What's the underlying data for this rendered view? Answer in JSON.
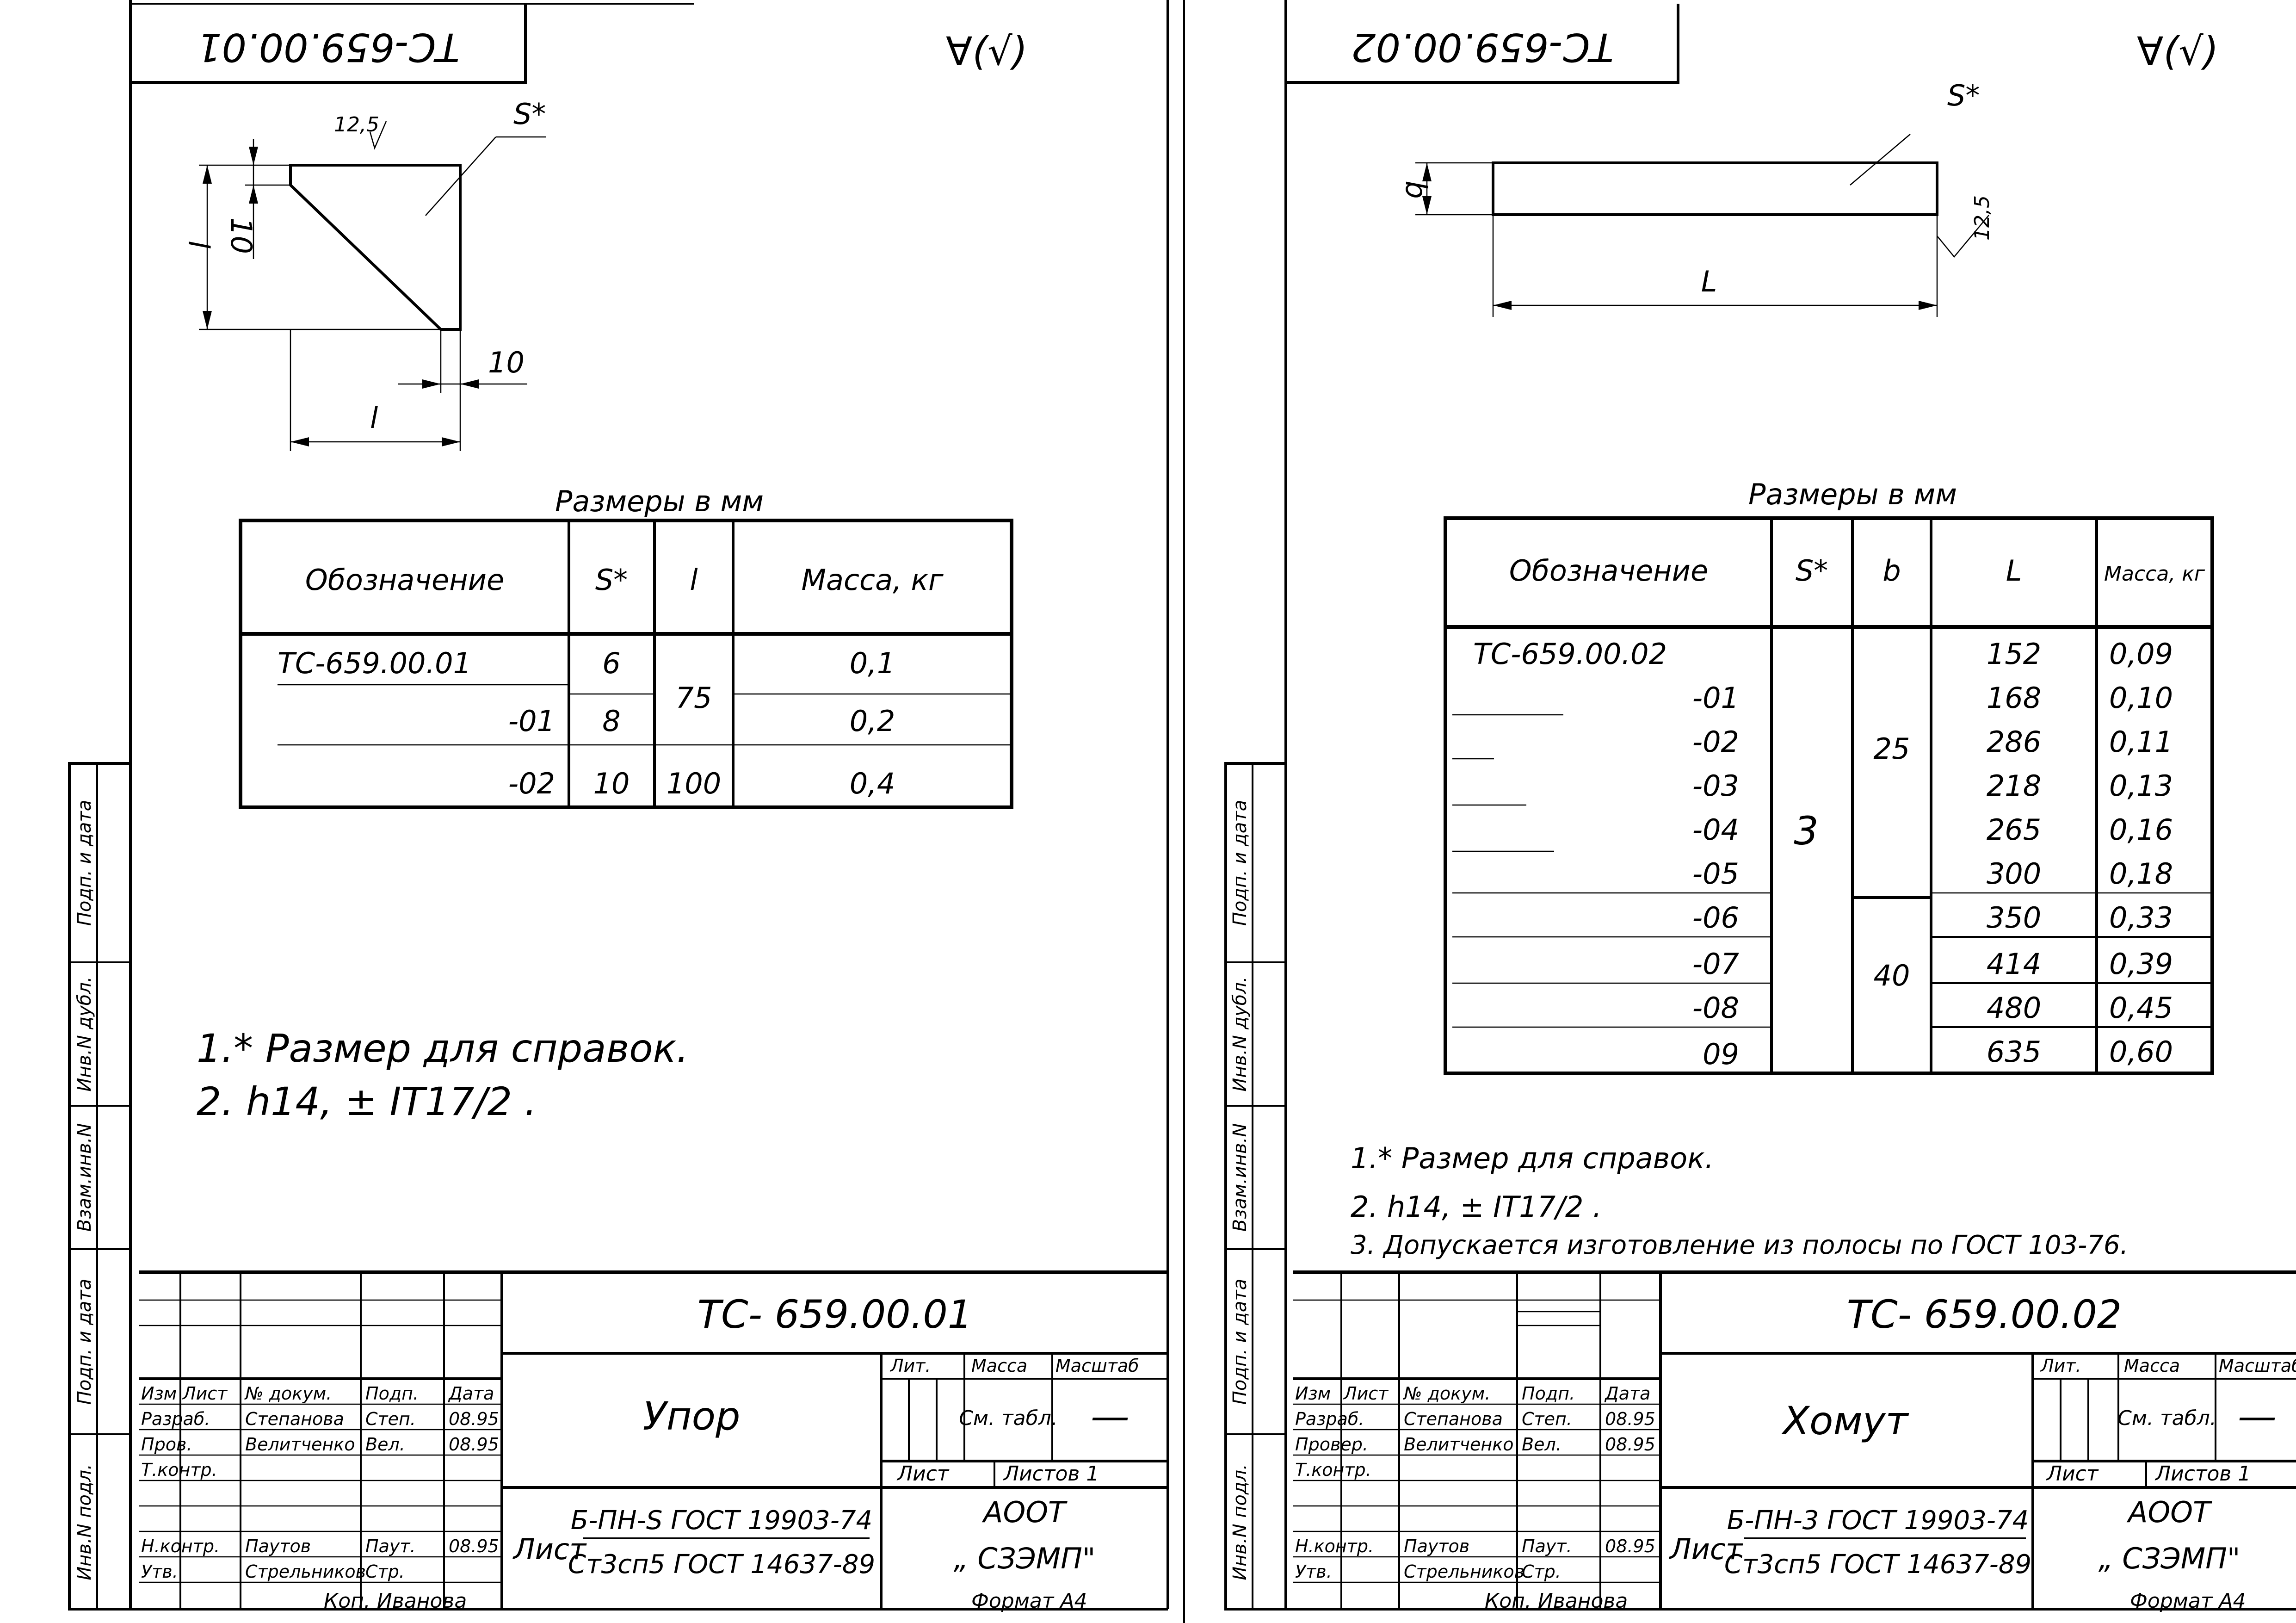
{
  "sheet_left": {
    "corner_designation": "ТС-659.00.01",
    "roughness": "∀(√)",
    "sketch": {
      "roughness_note": "12,5",
      "s_label": "S*",
      "dim_l_vertical": "l",
      "dim_10_vertical": "10",
      "dim_10_bottom": "10",
      "dim_l_horizontal": "l"
    },
    "table_caption": "Размеры в мм",
    "table_headers": [
      "Обозначение",
      "S*",
      "l",
      "Масса, кг"
    ],
    "table_rows": [
      {
        "designation": "ТС-659.00.01",
        "s": "6",
        "l": "75",
        "mass": "0,1"
      },
      {
        "designation": "-01",
        "s": "8",
        "l": "",
        "mass": "0,2"
      },
      {
        "designation": "-02",
        "s": "10",
        "l": "100",
        "mass": "0,4"
      }
    ],
    "notes": [
      "1.* Размер для справок.",
      "2. h14, ± IT17/2 ."
    ],
    "title_block": {
      "designation": "ТС- 659.00.01",
      "name": "Упор",
      "material_1": "Б-ПН-S ГОСТ 19903-74",
      "material_2": "Ст3сп5 ГОСТ 14637-89",
      "list_label": "Лист",
      "company_1": "АООТ",
      "company_2": "„ СЗЭМП\"",
      "lit": "Лит.",
      "massa": "Масса",
      "masshtab": "Масштаб",
      "massa_value": "См. табл.",
      "scale_value": "—",
      "sheet": "Лист",
      "sheets": "Листов 1",
      "cols": [
        "Изм",
        "Лист",
        "№ докум.",
        "Подп.",
        "Дата"
      ],
      "roles": [
        {
          "role": "Разраб.",
          "name": "Степанова",
          "sign": "Степ.",
          "date": "08.95"
        },
        {
          "role": "Пров.",
          "name": "Велитченко",
          "sign": "Вел.",
          "date": "08.95"
        },
        {
          "role": "Т.контр.",
          "name": "",
          "sign": "",
          "date": ""
        },
        {
          "role": "",
          "name": "",
          "sign": "",
          "date": ""
        },
        {
          "role": "Н.контр.",
          "name": "Паутов",
          "sign": "Паут.",
          "date": "08.95"
        },
        {
          "role": "Утв.",
          "name": "Стрельников",
          "sign": "Стр.",
          "date": ""
        }
      ],
      "copied": "Коп. Иванова",
      "format": "Формат А4"
    },
    "side_labels": [
      "Подп. и дата",
      "Инв.N дубл.",
      "Взам.инв.N",
      "Подп. и дата",
      "Инв.N подл."
    ]
  },
  "sheet_right": {
    "corner_designation": "ТС-659.00.02",
    "roughness": "∀(√)",
    "sketch": {
      "s_label": "S*",
      "dim_b": "b",
      "dim_L": "L",
      "roughness_note": "12,5"
    },
    "table_caption": "Размеры в мм",
    "table_headers": [
      "Обозначение",
      "S*",
      "b",
      "L",
      "Масса, кг"
    ],
    "s_value": "3",
    "b_values": [
      "25",
      "40"
    ],
    "table_rows": [
      {
        "designation": "ТС-659.00.02",
        "L": "152",
        "mass": "0,09"
      },
      {
        "designation": "-01",
        "L": "168",
        "mass": "0,10"
      },
      {
        "designation": "-02",
        "L": "286",
        "mass": "0,11"
      },
      {
        "designation": "-03",
        "L": "218",
        "mass": "0,13"
      },
      {
        "designation": "-04",
        "L": "265",
        "mass": "0,16"
      },
      {
        "designation": "-05",
        "L": "300",
        "mass": "0,18"
      },
      {
        "designation": "-06",
        "L": "350",
        "mass": "0,33"
      },
      {
        "designation": "-07",
        "L": "414",
        "mass": "0,39"
      },
      {
        "designation": "-08",
        "L": "480",
        "mass": "0,45"
      },
      {
        "designation": "09",
        "L": "635",
        "mass": "0,60"
      }
    ],
    "notes": [
      "1.* Размер для справок.",
      "2. h14, ± IT17/2 .",
      "3. Допускается изготовление из полосы по ГОСТ 103-76."
    ],
    "title_block": {
      "designation": "ТС- 659.00.02",
      "name": "Хомут",
      "material_1": "Б-ПН-3 ГОСТ 19903-74",
      "material_2": "Ст3сп5 ГОСТ 14637-89",
      "list_label": "Лист",
      "company_1": "АООТ",
      "company_2": "„ СЗЭМП\"",
      "lit": "Лит.",
      "massa": "Масса",
      "masshtab": "Масштаб",
      "massa_value": "См. табл.",
      "scale_value": "—",
      "sheet": "Лист",
      "sheets": "Листов 1",
      "cols": [
        "Изм",
        "Лист",
        "№ докум.",
        "Подп.",
        "Дата"
      ],
      "roles": [
        {
          "role": "Разраб.",
          "name": "Степанова",
          "sign": "Степ.",
          "date": "08.95"
        },
        {
          "role": "Провер.",
          "name": "Велитченко",
          "sign": "Вел.",
          "date": "08.95"
        },
        {
          "role": "Т.контр.",
          "name": "",
          "sign": "",
          "date": ""
        },
        {
          "role": "",
          "name": "",
          "sign": "",
          "date": ""
        },
        {
          "role": "Н.контр.",
          "name": "Паутов",
          "sign": "Паут.",
          "date": "08.95"
        },
        {
          "role": "Утв.",
          "name": "Стрельников",
          "sign": "Стр.",
          "date": ""
        }
      ],
      "copied": "Коп. Иванова",
      "format": "Формат А4"
    },
    "side_labels": [
      "Подп. и дата",
      "Инв.N дубл.",
      "Взам.инв.N",
      "Подп. и дата",
      "Инв.N подл."
    ]
  }
}
